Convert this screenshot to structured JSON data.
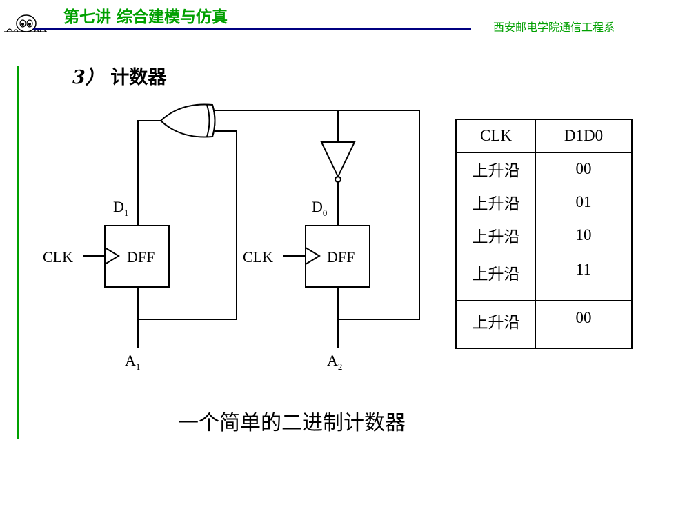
{
  "header": {
    "title": "第七讲 综合建模与仿真",
    "school": "西安邮电学院通信工程系",
    "logo_icon": "cartoon-face-icon"
  },
  "section": {
    "number": "3）",
    "title": "计数器"
  },
  "diagram": {
    "dff_left": {
      "label": "DFF",
      "clk": "CLK",
      "d": "D",
      "d_sub": "1",
      "a": "A",
      "a_sub": "1"
    },
    "dff_right": {
      "label": "DFF",
      "clk": "CLK",
      "d": "D",
      "d_sub": "0",
      "a": "A",
      "a_sub": "2"
    },
    "gates": [
      "xor-gate",
      "not-gate"
    ]
  },
  "table": {
    "headers": [
      "CLK",
      "D1D0"
    ],
    "rows": [
      [
        "上升沿",
        "00"
      ],
      [
        "上升沿",
        "01"
      ],
      [
        "上升沿",
        "10"
      ],
      [
        "上升沿",
        "11"
      ],
      [
        "上升沿",
        "00"
      ]
    ]
  },
  "caption": "一个简单的二进制计数器",
  "colors": {
    "accent": "#00a000",
    "rule": "#000080"
  }
}
